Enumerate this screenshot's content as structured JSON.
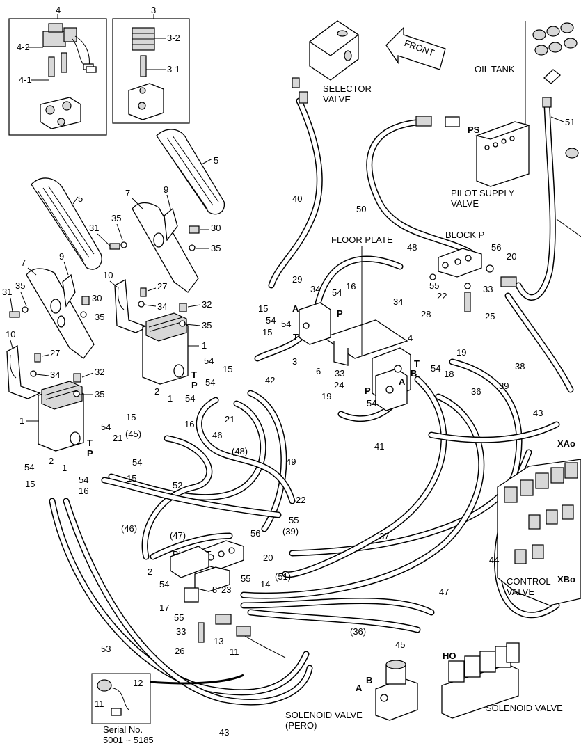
{
  "detail_boxes": [
    {
      "id": "4",
      "sub": [
        "4-2",
        "4-1"
      ]
    },
    {
      "id": "3",
      "sub": [
        "3-2",
        "3-1"
      ]
    }
  ],
  "component_labels": {
    "selector_valve": "SELECTOR\nVALVE",
    "front": "FRONT",
    "oil_tank": "OIL TANK",
    "pilot_supply_valve": "PILOT SUPPLY\nVALVE",
    "floor_plate": "FLOOR PLATE",
    "block_p": "BLOCK  P",
    "block_t": "BLOCK  T",
    "control_valve": "CONTROL\nVALVE",
    "solenoid_valve_pero": "SOLENOID VALVE\n(PERO)",
    "solenoid_valve": "SOLENOID VALVE",
    "serial_no": "Serial No.\n5001 ~ 5185"
  },
  "port_labels": [
    "PS",
    "XAo",
    "XBo",
    "HO",
    "A",
    "B",
    "P",
    "T"
  ],
  "callouts": [
    {
      "t": "4"
    },
    {
      "t": "4-2"
    },
    {
      "t": "4-1"
    },
    {
      "t": "3"
    },
    {
      "t": "3-2"
    },
    {
      "t": "3-1"
    },
    {
      "t": "5"
    },
    {
      "t": "5"
    },
    {
      "t": "7"
    },
    {
      "t": "9"
    },
    {
      "t": "35"
    },
    {
      "t": "31"
    },
    {
      "t": "30"
    },
    {
      "t": "35"
    },
    {
      "t": "7"
    },
    {
      "t": "9"
    },
    {
      "t": "35"
    },
    {
      "t": "31"
    },
    {
      "t": "10"
    },
    {
      "t": "27"
    },
    {
      "t": "30"
    },
    {
      "t": "34"
    },
    {
      "t": "35"
    },
    {
      "t": "32"
    },
    {
      "t": "35"
    },
    {
      "t": "1"
    },
    {
      "t": "10"
    },
    {
      "t": "27"
    },
    {
      "t": "34"
    },
    {
      "t": "32"
    },
    {
      "t": "35"
    },
    {
      "t": "1"
    },
    {
      "t": "40"
    },
    {
      "t": "50"
    },
    {
      "t": "51"
    },
    {
      "t": "48"
    },
    {
      "t": "56"
    },
    {
      "t": "20"
    },
    {
      "t": "55"
    },
    {
      "t": "22"
    },
    {
      "t": "33"
    },
    {
      "t": "25"
    },
    {
      "t": "29"
    },
    {
      "t": "34"
    },
    {
      "t": "54"
    },
    {
      "t": "16"
    },
    {
      "t": "15"
    },
    {
      "t": "34"
    },
    {
      "t": "28"
    },
    {
      "t": "54"
    },
    {
      "t": "54"
    },
    {
      "t": "15"
    },
    {
      "t": "3"
    },
    {
      "t": "4"
    },
    {
      "t": "19"
    },
    {
      "t": "42"
    },
    {
      "t": "6"
    },
    {
      "t": "33"
    },
    {
      "t": "24"
    },
    {
      "t": "54"
    },
    {
      "t": "18"
    },
    {
      "t": "19"
    },
    {
      "t": "54"
    },
    {
      "t": "38"
    },
    {
      "t": "39"
    },
    {
      "t": "36"
    },
    {
      "t": "41"
    },
    {
      "t": "43"
    },
    {
      "t": "15"
    },
    {
      "t": "54"
    },
    {
      "t": "54"
    },
    {
      "t": "2"
    },
    {
      "t": "1"
    },
    {
      "t": "54"
    },
    {
      "t": "15"
    },
    {
      "t": "16"
    },
    {
      "t": "21"
    },
    {
      "t": "(48)"
    },
    {
      "t": "46"
    },
    {
      "t": "49"
    },
    {
      "t": "54"
    },
    {
      "t": "21"
    },
    {
      "t": "(45)"
    },
    {
      "t": "54"
    },
    {
      "t": "15"
    },
    {
      "t": "52"
    },
    {
      "t": "2"
    },
    {
      "t": "1"
    },
    {
      "t": "54"
    },
    {
      "t": "54"
    },
    {
      "t": "15"
    },
    {
      "t": "16"
    },
    {
      "t": "22"
    },
    {
      "t": "(46)"
    },
    {
      "t": "(47)"
    },
    {
      "t": "55"
    },
    {
      "t": "56"
    },
    {
      "t": "20"
    },
    {
      "t": "(39)"
    },
    {
      "t": "37"
    },
    {
      "t": "44"
    },
    {
      "t": "2"
    },
    {
      "t": "54"
    },
    {
      "t": "8"
    },
    {
      "t": "55"
    },
    {
      "t": "14"
    },
    {
      "t": "(51)"
    },
    {
      "t": "17"
    },
    {
      "t": "55"
    },
    {
      "t": "23"
    },
    {
      "t": "33"
    },
    {
      "t": "13"
    },
    {
      "t": "26"
    },
    {
      "t": "11"
    },
    {
      "t": "(36)"
    },
    {
      "t": "47"
    },
    {
      "t": "45"
    },
    {
      "t": "53"
    },
    {
      "t": "12"
    },
    {
      "t": "11"
    },
    {
      "t": "43"
    }
  ]
}
